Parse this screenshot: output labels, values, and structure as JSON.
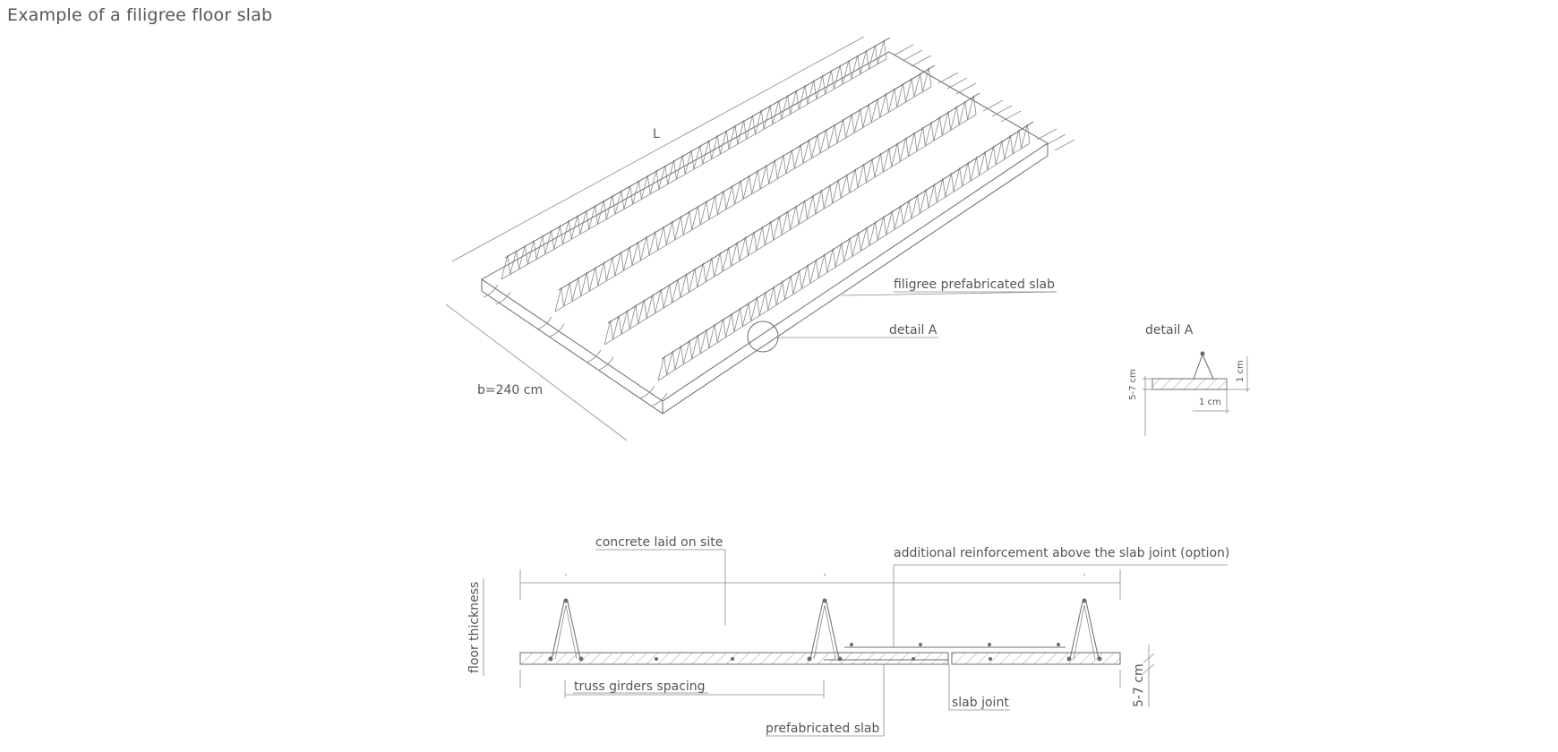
{
  "title": "Example of a filigree floor slab",
  "iso": {
    "label_L": "L",
    "label_b": "b=240 cm",
    "label_filigree": "filigree prefabricated slab",
    "label_detail": "detail A"
  },
  "detail": {
    "title": "detail A",
    "label_thickness": "5-7 cm",
    "label_top": "1 cm",
    "label_bottom": "1 cm"
  },
  "section": {
    "label_concrete": "concrete laid on site",
    "label_reinforcement": "additional reinforcement above the slab joint (option)",
    "label_floor_thickness": "floor thickness",
    "label_spacing": "truss girders spacing",
    "label_prefab": "prefabricated slab",
    "label_joint": "slab joint",
    "label_thickness": "5-7 cm"
  },
  "colors": {
    "line": "#6b6b6b",
    "text": "#555555",
    "background": "#ffffff"
  }
}
